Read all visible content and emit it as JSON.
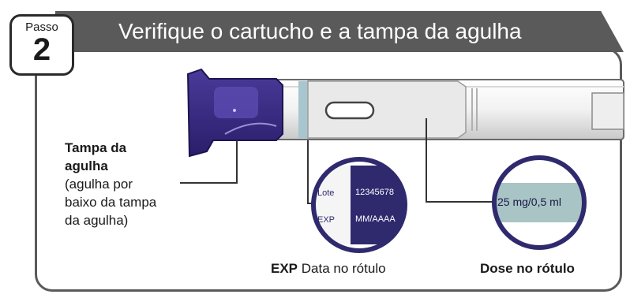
{
  "step": {
    "label": "Passo",
    "number": "2"
  },
  "header": {
    "title": "Verifique o cartucho e a tampa da agulha"
  },
  "callouts": {
    "needle_cap_title_line1": "Tampa da",
    "needle_cap_title_line2": "agulha",
    "needle_cap_note_line1": "(agulha por",
    "needle_cap_note_line2": "baixo da tampa",
    "needle_cap_note_line3": "da agulha)",
    "exp_bold": "EXP",
    "exp_rest": " Data no rótulo",
    "dose_caption": "Dose no rótulo"
  },
  "zoom_label": {
    "lot_label": "Lote",
    "lot_value": "12345678",
    "exp_label": "EXP",
    "exp_value": "MM/AAAA"
  },
  "zoom_dose": {
    "dose_value": "25 mg/0,5 ml"
  },
  "colors": {
    "cap_purple": "#3b2a85",
    "label_navy": "#2f2a6e",
    "dose_band": "#a9c4c4",
    "frame_gray": "#5a5a5a",
    "window_teal": "#a7c6cf"
  }
}
